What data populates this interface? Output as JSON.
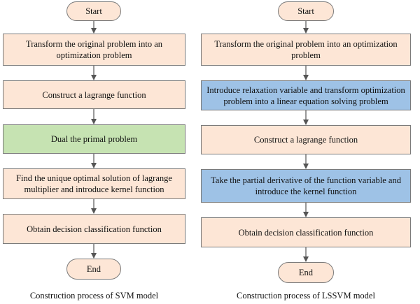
{
  "colors": {
    "terminal_fill": "#fde6d6",
    "process_fill": "#fde6d6",
    "highlight_green": "#c6e3b2",
    "highlight_blue": "#9ec2e6",
    "border": "#7a7a7a",
    "arrow": "#555555"
  },
  "svm": {
    "start": "Start",
    "steps": [
      "Transform the original problem into an optimization problem",
      "Construct a lagrange function",
      "Dual the primal problem",
      "Find the unique optimal solution of lagrange multiplier and introduce kernel function",
      "Obtain decision classification function"
    ],
    "end": "End",
    "caption": "Construction process of SVM model"
  },
  "lssvm": {
    "start": "Start",
    "steps": [
      "Transform the original problem into an optimization problem",
      "Introduce relaxation variable and transform optimization problem into a linear equation solving problem",
      "Construct a lagrange function",
      "Take the partial derivative of the function variable and introduce the kernel function",
      "Obtain decision classification function"
    ],
    "end": "End",
    "caption": "Construction process of LSSVM model"
  }
}
